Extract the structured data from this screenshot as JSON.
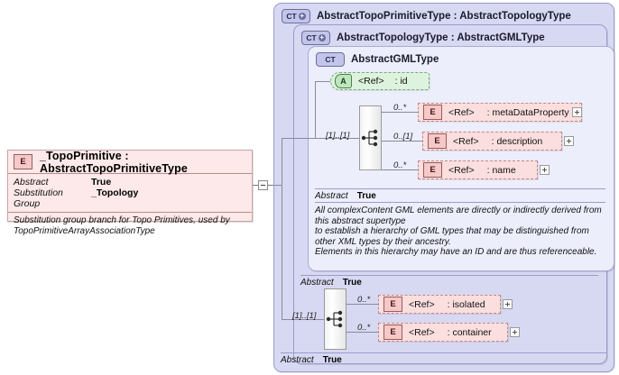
{
  "left_element": {
    "icon": "element-badge-E",
    "title": "_TopoPrimitive : AbstractTopoPrimitiveType",
    "properties": [
      {
        "key": "Abstract",
        "value": "True"
      },
      {
        "key": "Substitution Group",
        "value": "_Topology"
      }
    ],
    "documentation": "Substitution group branch for Topo Primitives, used by TopoPrimitiveArrayAssociationType"
  },
  "panels": {
    "topo_primitive_type": {
      "badge": "CT",
      "badge_expandable": "+",
      "title": "AbstractTopoPrimitiveType : AbstractTopologyType",
      "abstract": {
        "key": "Abstract",
        "value": "True"
      }
    },
    "topology_type": {
      "badge": "CT",
      "badge_expandable": "+",
      "title": "AbstractTopologyType : AbstractGMLType",
      "abstract": {
        "key": "Abstract",
        "value": "True"
      }
    },
    "gml_type": {
      "badge": "CT",
      "title": "AbstractGMLType",
      "abstract": {
        "key": "Abstract",
        "value": "True"
      },
      "documentation": "All complexContent GML elements are directly or indirectly derived from this abstract supertype\nto establish a hierarchy of GML types that may be distinguished from other XML types by their ancestry.\nElements in this hierarchy may have an ID and are thus referenceable."
    }
  },
  "attribute_id": {
    "badge": "A",
    "ref": "<Ref>",
    "name": ": id"
  },
  "gml_sequence": {
    "cardinality": "[1]..[1]",
    "icon": "sequence-compositor-icon",
    "children": [
      {
        "cardinality": "0..*",
        "badge": "E",
        "ref": "<Ref>",
        "name": ": metaDataProperty",
        "expand": "+"
      },
      {
        "cardinality": "0..[1]",
        "badge": "E",
        "ref": "<Ref>",
        "name": ": description",
        "expand": "+"
      },
      {
        "cardinality": "0..*",
        "badge": "E",
        "ref": "<Ref>",
        "name": ": name",
        "expand": "+"
      }
    ]
  },
  "topology_sequence": {
    "cardinality": "[1]..[1]",
    "icon": "sequence-compositor-icon",
    "children": [
      {
        "cardinality": "0..*",
        "badge": "E",
        "ref": "<Ref>",
        "name": ": isolated",
        "expand": "+"
      },
      {
        "cardinality": "0..*",
        "badge": "E",
        "ref": "<Ref>",
        "name": ": container",
        "expand": "+"
      }
    ]
  },
  "colors": {
    "element_fill": "#fbdede",
    "attribute_fill": "#ddf3dd",
    "panel_outer_fill": "#d7d8f2",
    "panel_inner_fill": "#eceefc",
    "left_box_fill": "#fde9e9"
  }
}
